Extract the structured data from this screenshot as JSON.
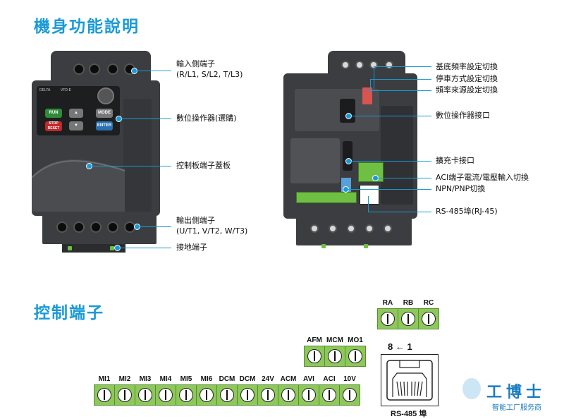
{
  "titles": {
    "section1": "機身功能說明",
    "section2": "控制端子"
  },
  "left_callouts": {
    "input_terminal_line1": "輸入側端子",
    "input_terminal_line2": "(R/L1, S/L2, T/L3)",
    "keypad": "數位操作器(選購)",
    "cover": "控制板端子蓋板",
    "output_terminal_line1": "輸出側端子",
    "output_terminal_line2": "(U/T1, V/T2, W/T3)",
    "ground": "接地端子"
  },
  "right_callouts": {
    "freq_switch": "基底頻率設定切換",
    "stop_switch": "停車方式設定切換",
    "source_switch": "頻率來源設定切換",
    "keypad_port": "數位操作器接口",
    "expansion": "擴充卡接口",
    "aci_switch": "ACI端子電流/電壓輸入切換",
    "npn_switch": "NPN/PNP切換",
    "rs485": "RS-485埠(RJ-45)"
  },
  "keypad": {
    "brand": "DELTA",
    "model": "VFD-E",
    "run": "RUN",
    "mode": "MODE",
    "stop": "STOP RESET",
    "enter": "ENTER"
  },
  "terminals": {
    "relay": [
      "RA",
      "RB",
      "RC"
    ],
    "analog_out": [
      "AFM",
      "MCM",
      "MO1"
    ],
    "main": [
      "MI1",
      "MI2",
      "MI3",
      "MI4",
      "MI5",
      "MI6",
      "DCM",
      "DCM",
      "24V",
      "ACM",
      "AVI",
      "ACI",
      "10V"
    ]
  },
  "rs485": {
    "pin_label": "8 ← 1",
    "caption": "RS-485 埠"
  },
  "watermark": {
    "name": "工博士",
    "tagline": "智能工厂服务商"
  },
  "colors": {
    "accent": "#1a9ad6",
    "terminal_green": "#8dc85a",
    "drive_body": "#3b3d40"
  }
}
